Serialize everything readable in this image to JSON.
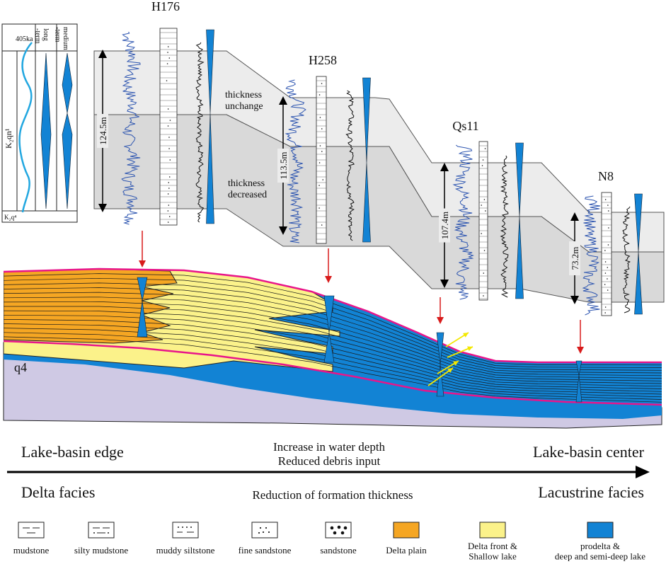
{
  "wells": [
    {
      "name": "H176",
      "thickness": "124.5m"
    },
    {
      "name": "H258",
      "thickness": "113.5m"
    },
    {
      "name": "Qs11",
      "thickness": "107.4m"
    },
    {
      "name": "N8",
      "thickness": "73.2m"
    }
  ],
  "cycle_panel": {
    "curve_label": "405ka",
    "col_long": "long\n-term",
    "col_medium": "medium\n-term",
    "unit_upper": "K₂qn¹",
    "unit_lower": "K₂q⁴"
  },
  "annotations": {
    "unchanged": "thickness\nunchange",
    "decreased": "thickness\ndecreased"
  },
  "section": {
    "q4_label": "q4"
  },
  "trend": {
    "left_top": "Lake-basin edge",
    "left_bottom": "Delta facies",
    "center_top_1": "Increase in water depth",
    "center_top_2": "Reduced debris input",
    "center_bottom": "Reduction of formation thickness",
    "right_top": "Lake-basin center",
    "right_bottom": "Lacustrine facies"
  },
  "legend": [
    {
      "key": "mudstone",
      "label": "mudstone",
      "pattern": "mudstone"
    },
    {
      "key": "silty_mudstone",
      "label": "silty mudstone",
      "pattern": "silty-mudstone"
    },
    {
      "key": "muddy_siltstone",
      "label": "muddy siltstone",
      "pattern": "muddy-siltstone"
    },
    {
      "key": "fine_sandstone",
      "label": "fine sandstone",
      "pattern": "fine-sandstone"
    },
    {
      "key": "sandstone",
      "label": "sandstone",
      "pattern": "sandstone"
    },
    {
      "key": "delta_plain",
      "label": "Delta plain",
      "color": "#f5a623"
    },
    {
      "key": "delta_front",
      "label": "Delta front &\nShallow lake",
      "color": "#fbf28a"
    },
    {
      "key": "prodelta",
      "label": "prodelta &\ndeep and semi-deep lake",
      "color": "#1283d4"
    }
  ],
  "colors": {
    "band_upper": "#ececec",
    "band_lower": "#d9d9d9",
    "delta_plain": "#f5a623",
    "delta_front": "#fbf28a",
    "lake": "#1283d4",
    "basement": "#cfc9e4",
    "sequence_boundary": "#e8158a",
    "gr_log": "#2d55b0",
    "arrow_red": "#d81b1b",
    "arrow_yellow": "#f3e800",
    "cycle_curve": "#22a7e0",
    "triangle": "#1283d4"
  }
}
